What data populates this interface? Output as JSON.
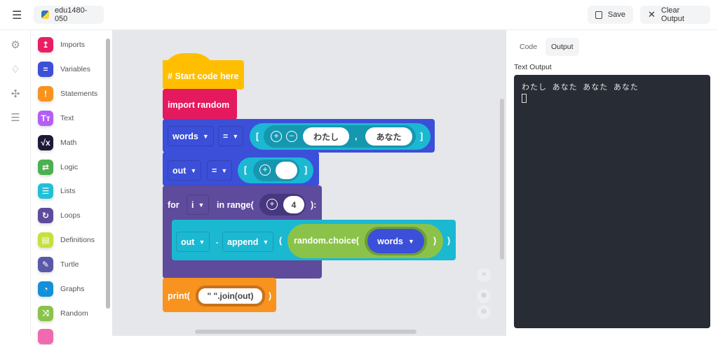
{
  "header": {
    "project_name": "edu1480-050",
    "save_label": "Save",
    "clear_label": "Clear Output"
  },
  "toolbox": {
    "items": [
      {
        "label": "Imports",
        "color": "#e91e63",
        "glyph": "↥"
      },
      {
        "label": "Variables",
        "color": "#3b4fd8",
        "glyph": "="
      },
      {
        "label": "Statements",
        "color": "#f7931e",
        "glyph": "!"
      },
      {
        "label": "Text",
        "color": "#b45ef7",
        "glyph": "Tт"
      },
      {
        "label": "Math",
        "color": "#1c1a38",
        "glyph": "√x"
      },
      {
        "label": "Logic",
        "color": "#4caf50",
        "glyph": "⇄"
      },
      {
        "label": "Lists",
        "color": "#1fc0d8",
        "glyph": "☰"
      },
      {
        "label": "Loops",
        "color": "#5e4b9c",
        "glyph": "↻"
      },
      {
        "label": "Definitions",
        "color": "#c6e03c",
        "glyph": "▤"
      },
      {
        "label": "Turtle",
        "color": "#5a59a8",
        "glyph": "✎"
      },
      {
        "label": "Graphs",
        "color": "#1390d8",
        "glyph": "◔"
      },
      {
        "label": "Random",
        "color": "#8bc34a",
        "glyph": "⤨"
      }
    ]
  },
  "blocks": {
    "comment": "# Start code here",
    "import": "import random",
    "words_var": "words",
    "eq": "=",
    "lbr": "[",
    "rbr": "]",
    "comma": ",",
    "item1": "わたし",
    "item2": "あなた",
    "out_var": "out",
    "for": "for",
    "i_var": "i",
    "in_range": "in range(",
    "range_val": "4",
    "range_close": "):",
    "dot": ".",
    "append": "append",
    "lparen": "(",
    "rparen": ")",
    "choice": "random.choice(",
    "print": "print(",
    "join": "\" \".join(out)"
  },
  "panel": {
    "tabs": [
      "Code",
      "Output"
    ],
    "active_tab": "Output",
    "output_label": "Text Output",
    "output_text": "わたし あなた あなた あなた"
  }
}
